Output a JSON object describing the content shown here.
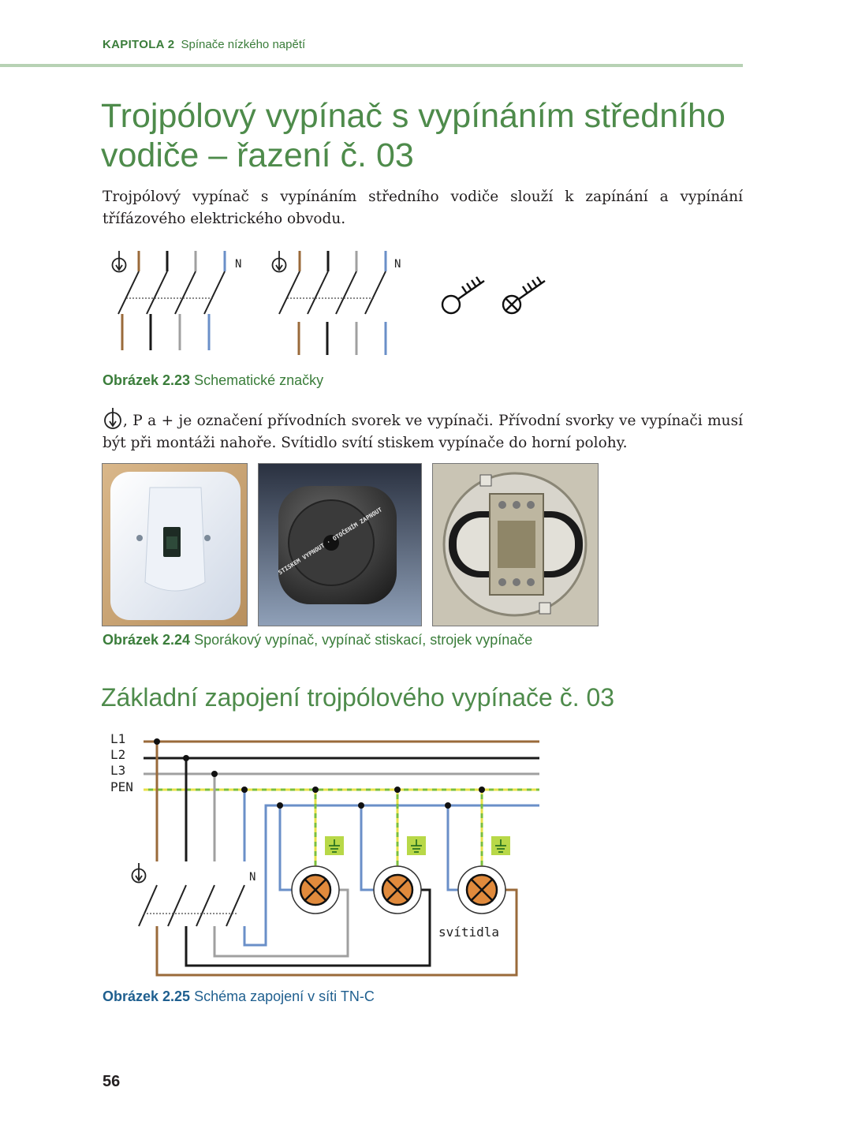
{
  "header": {
    "chapter": "KAPITOLA 2",
    "chapter_title": "Spínače nízkého napětí"
  },
  "title": "Trojpólový vypínač s vypínáním středního vodiče – řazení č. 03",
  "intro": "Trojpólový vypínač s vypínáním středního vodiče slouží k zapínání a vypínání třífázového elektrického obvodu.",
  "symbols": {
    "neutral_label": "N"
  },
  "figure_2_23": {
    "number": "Obrázek 2.23",
    "caption": "Schematické značky"
  },
  "terminals_text": ", P a + je označení přívodních svorek ve vypínači. Přívodní svorky ve vypínači musí být při montáži nahoře. Svítidlo svítí stiskem vypínače do horní polohy.",
  "figure_2_24": {
    "number": "Obrázek 2.24",
    "caption": "Sporákový vypínač, vypínač stiskací, strojek vypínače",
    "photos": [
      "stove-switch",
      "push-switch",
      "switch-mechanism"
    ],
    "button_lettering": "STISKEM VYPNOUT · OTOČENÍM ZAPNOUT"
  },
  "subtitle": "Základní zapojení trojpólového vypínače č. 03",
  "wiring": {
    "lines": [
      "L1",
      "L2",
      "L3",
      "PEN"
    ],
    "neutral_label": "N",
    "lamps_label": "svítidla"
  },
  "figure_2_25": {
    "number": "Obrázek 2.25",
    "caption": "Schéma zapojení v síti TN-C"
  },
  "colors": {
    "accent_green": "#4e8b4b",
    "caption_blue": "#1f5f8f",
    "wire_brown": "#9a6a3a",
    "wire_black": "#1a1a1a",
    "wire_grey": "#a0a0a0",
    "wire_blue": "#6a8fc8",
    "pen_green": "#7bbf3c",
    "pen_yellow": "#e8e04a",
    "lamp_orange": "#e08a3c"
  },
  "page_number": "56"
}
